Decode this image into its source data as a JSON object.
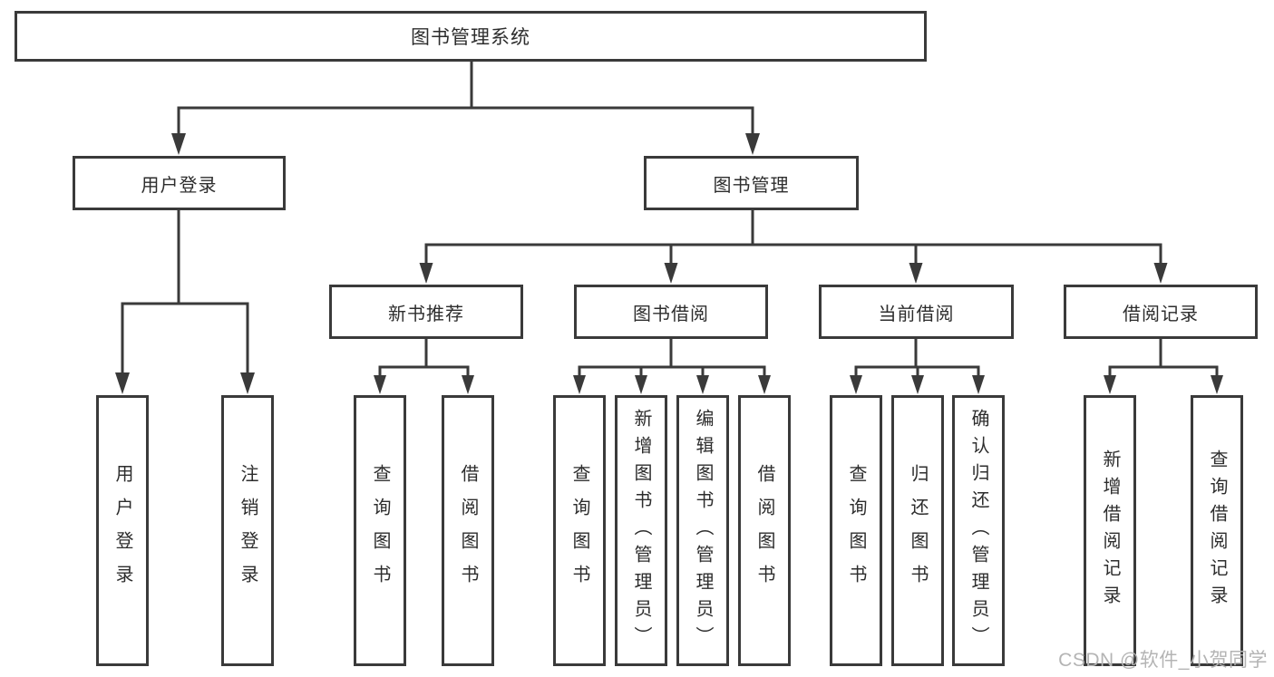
{
  "tree": {
    "root": {
      "label": "图书管理系统",
      "children": [
        {
          "label": "用户登录",
          "children": [
            {
              "label": "用户登录"
            },
            {
              "label": "注销登录"
            }
          ]
        },
        {
          "label": "图书管理",
          "children": [
            {
              "label": "新书推荐",
              "children": [
                {
                  "label": "查询图书"
                },
                {
                  "label": "借阅图书"
                }
              ]
            },
            {
              "label": "图书借阅",
              "children": [
                {
                  "label": "查询图书"
                },
                {
                  "label": "新增图书（管理员）"
                },
                {
                  "label": "编辑图书（管理员）"
                },
                {
                  "label": "借阅图书"
                }
              ]
            },
            {
              "label": "当前借阅",
              "children": [
                {
                  "label": "查询图书"
                },
                {
                  "label": "归还图书"
                },
                {
                  "label": "确认归还（管理员）"
                }
              ]
            },
            {
              "label": "借阅记录",
              "children": [
                {
                  "label": "新增借阅记录"
                },
                {
                  "label": "查询借阅记录"
                }
              ]
            }
          ]
        }
      ]
    }
  },
  "watermark": {
    "text": "CSDN @软件_小贺同学"
  },
  "colors": {
    "line": "#3a3a3a",
    "text": "#2d2d2d",
    "background": "#ffffff",
    "watermark": "#b4b4b4"
  }
}
